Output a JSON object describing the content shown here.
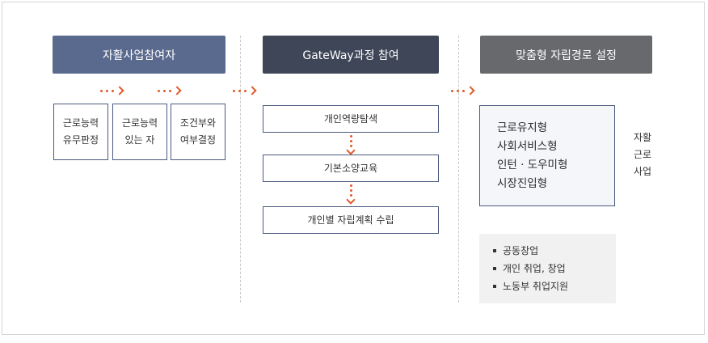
{
  "colors": {
    "header1": "#5a6a8e",
    "header2": "#3e4658",
    "header3": "#67696c",
    "arrow": "#e05a2a",
    "box_border": "#4a5a7e"
  },
  "headers": [
    "자활사업참여자",
    "GateWay과정 참여",
    "맞춤형 자립경로 설정"
  ],
  "step1": {
    "boxes": [
      [
        "근로능력",
        "유무판정"
      ],
      [
        "근로능력",
        "있는 자"
      ],
      [
        "조건부와",
        "여부결정"
      ]
    ]
  },
  "step2": {
    "boxes": [
      "개인역량탐색",
      "기본소양교육",
      "개인별 자립계획 수립"
    ]
  },
  "step3": {
    "paths": [
      "근로유지형",
      "사회서비스형",
      "인턴 · 도우미형",
      "시장진입형"
    ],
    "side_label": [
      "자활",
      "근로",
      "사업"
    ],
    "sub_items": [
      "공동창업",
      "개인 취업, 창업",
      "노동부 취업지원"
    ]
  }
}
